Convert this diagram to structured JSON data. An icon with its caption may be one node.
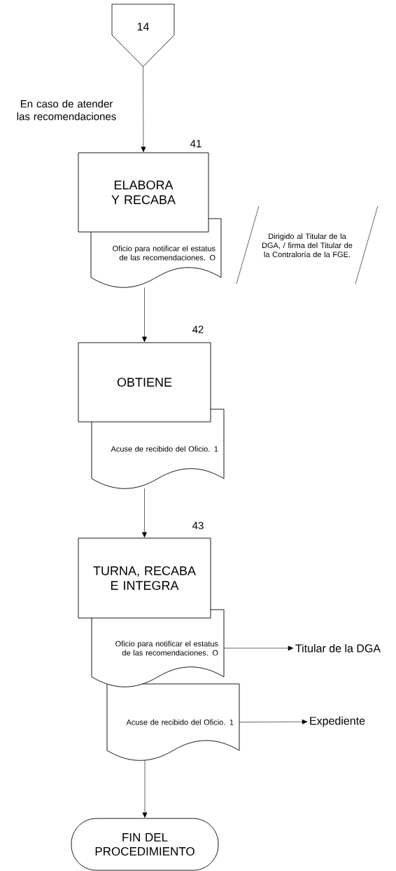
{
  "diagram": {
    "nodes": [
      {
        "text": [
          "14"
        ]
      },
      {
        "text": [
          "ELABORA Y RECABA"
        ],
        "beside": [
          "41"
        ]
      },
      {
        "text": [
          "Oficio para notificar el estatus de las recomendaciones. O"
        ]
      },
      {
        "text": [
          "Dirigido al Titular de la DGA, / firma del Titular de la Contraloría de la FGE."
        ]
      },
      {
        "text": [
          "OBTIENE"
        ],
        "beside": [
          "42"
        ]
      },
      {
        "text": [
          "Acuse de recibido del Oficio. 1"
        ]
      },
      {
        "text": [
          "TURNA, RECABA E INTEGRA"
        ],
        "beside": [
          "43"
        ]
      },
      {
        "text": [
          "Oficio para notificar el estatus de las recomendaciones. O"
        ]
      },
      {
        "text": [
          "Acuse de recibido del Oficio. 1"
        ]
      },
      {
        "text": [
          "Titular de la DGA"
        ]
      },
      {
        "text": [
          "Expediente"
        ]
      },
      {
        "text": [
          "FIN DEL PROCEDIMIENTO"
        ]
      }
    ],
    "edges": [
      {
        "from": 0,
        "to": 1,
        "arrow": "to",
        "label": "En caso de atender las recomendaciones"
      },
      {
        "from": 2,
        "to": 4,
        "arrow": "to"
      },
      {
        "from": 5,
        "to": 6,
        "arrow": "to"
      },
      {
        "from": 7,
        "to": 9,
        "arrow": "to"
      },
      {
        "from": 8,
        "to": 10,
        "arrow": "to"
      },
      {
        "from": 8,
        "to": 11,
        "arrow": "to"
      }
    ]
  }
}
